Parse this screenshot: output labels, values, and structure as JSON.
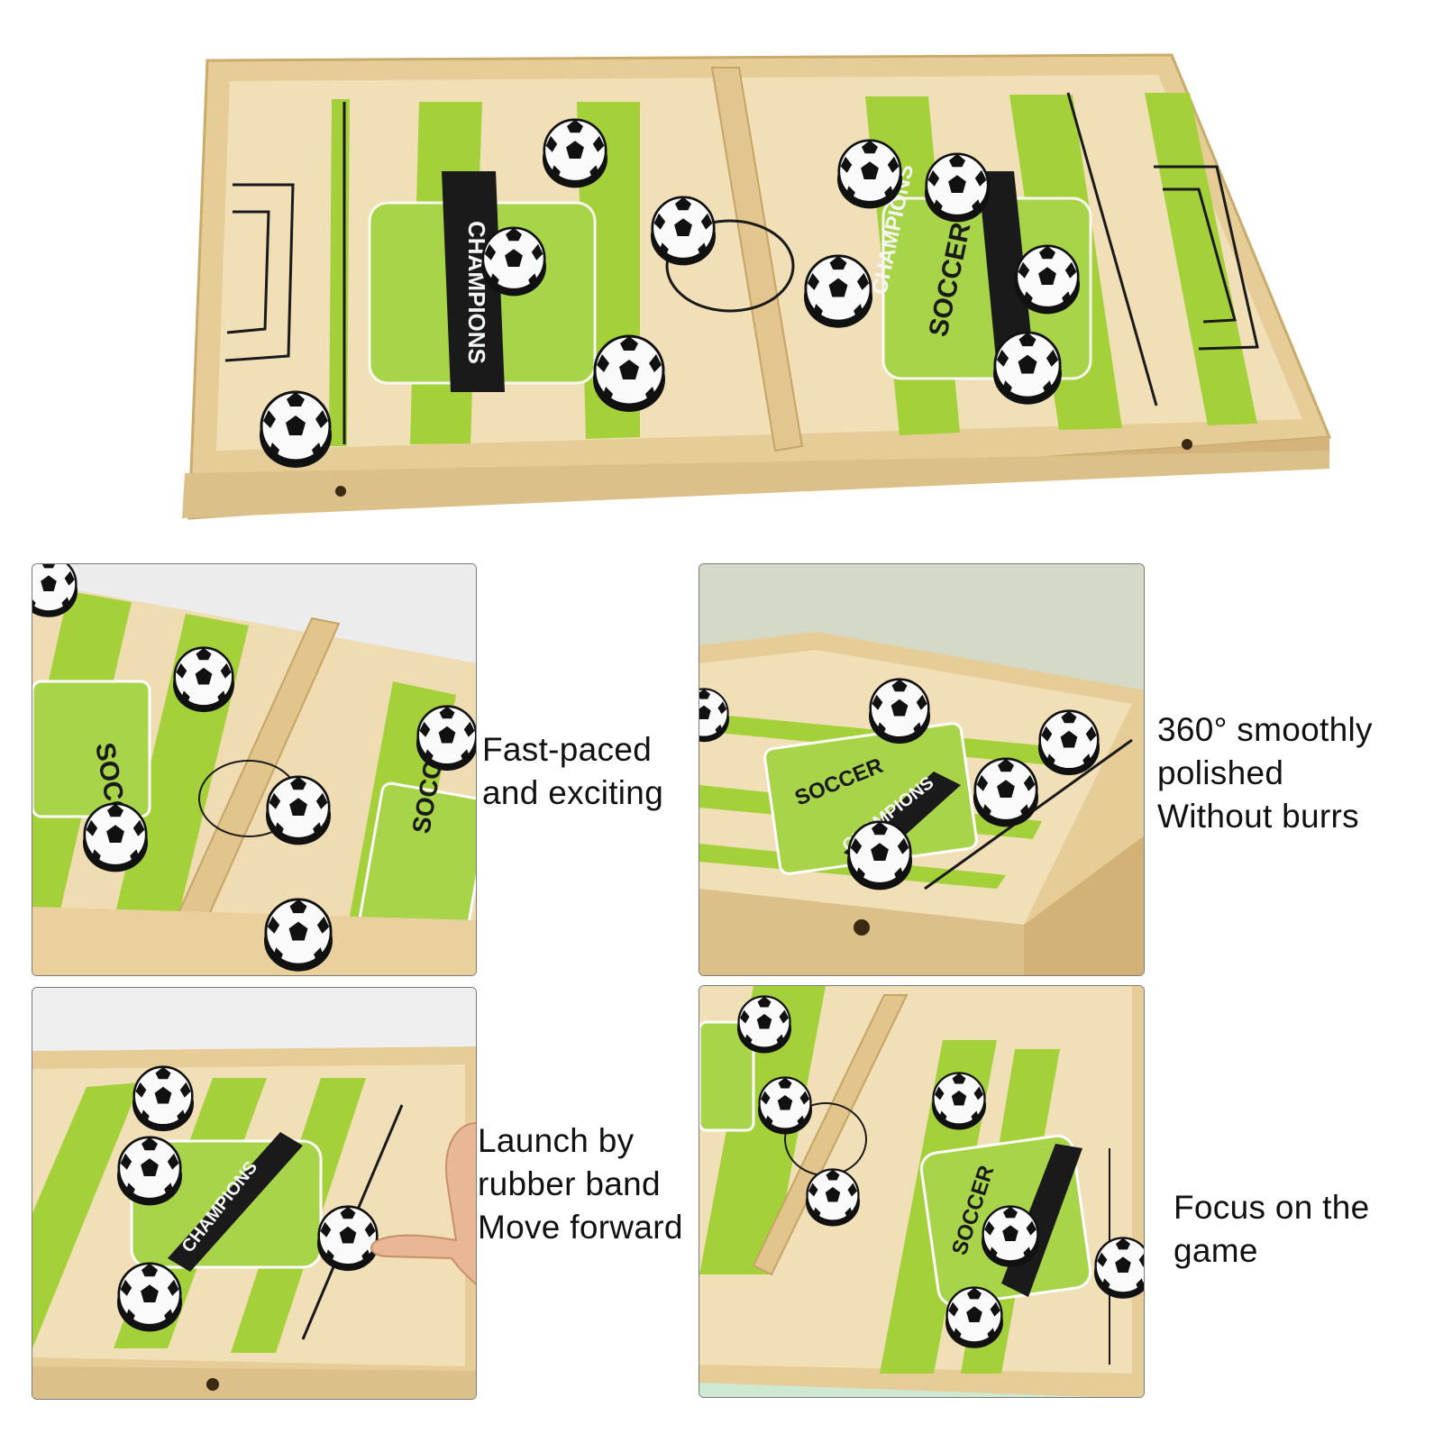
{
  "colors": {
    "wood": "#efd9ac",
    "wood_dark": "#d9bd84",
    "wood_frame": "#e8cf9a",
    "stripe": "#9fcf2f",
    "puck_black": "#141414",
    "line": "#1a1a1a",
    "bg_top_right": "#d4dac7",
    "bg_bottom_right": "#cfe8d2",
    "bg_left": "#ececec"
  },
  "board_print": {
    "badge_word_1": "CHAMPIONS",
    "badge_word_2": "SOCCER"
  },
  "captions": {
    "fast_paced": "Fast-paced\nand exciting",
    "polished": "360° smoothly\npolished\nWithout burrs",
    "launch": "Launch by\nrubber band\nMove forward",
    "focus": "Focus on the\ngame"
  },
  "icons": {
    "puck": "soccer-ball-puck-icon",
    "hand": "hand-icon"
  }
}
